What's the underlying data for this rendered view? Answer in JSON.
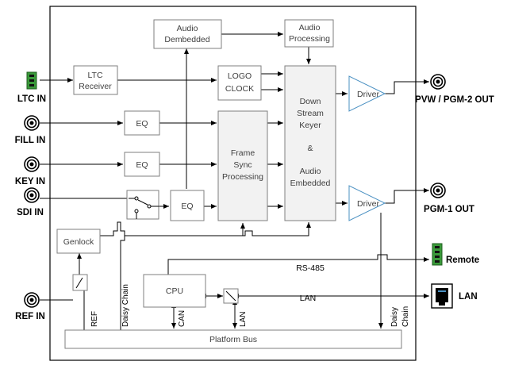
{
  "blocks": {
    "audio_dembedded": [
      "Audio",
      "Dembedded"
    ],
    "audio_processing": [
      "Audio",
      "Processing"
    ],
    "ltc_receiver": [
      "LTC",
      "Receiver"
    ],
    "logo_clock": [
      "LOGO",
      "CLOCK"
    ],
    "dsk": [
      "Down",
      "Stream",
      "Keyer",
      "&",
      "Audio",
      "Embedded"
    ],
    "eq": "EQ",
    "frame_sync": [
      "Frame",
      "Sync",
      "Processing"
    ],
    "driver": "Driver",
    "genlock": "Genlock",
    "cpu": "CPU",
    "platform_bus": "Platform Bus"
  },
  "ports": {
    "ltc_in": "LTC IN",
    "fill_in": "FILL IN",
    "key_in": "KEY IN",
    "sdi_in": "SDI IN",
    "ref_in": "REF IN",
    "pvw_out": "PVW / PGM-2 OUT",
    "pgm1_out": "PGM-1 OUT",
    "remote": "Remote",
    "lan": "LAN"
  },
  "wire_labels": {
    "rs485": "RS-485",
    "lan": "LAN",
    "ref": "REF",
    "daisy_chain_left": "Daisy Chain",
    "can": "CAN",
    "lan_vertical": "LAN",
    "daisy_right": [
      "Daisy",
      "Chain"
    ]
  },
  "colors": {
    "block_border": "#7f7f7f",
    "block_text": "#404040",
    "terminal_green": "#3a9a3a"
  }
}
